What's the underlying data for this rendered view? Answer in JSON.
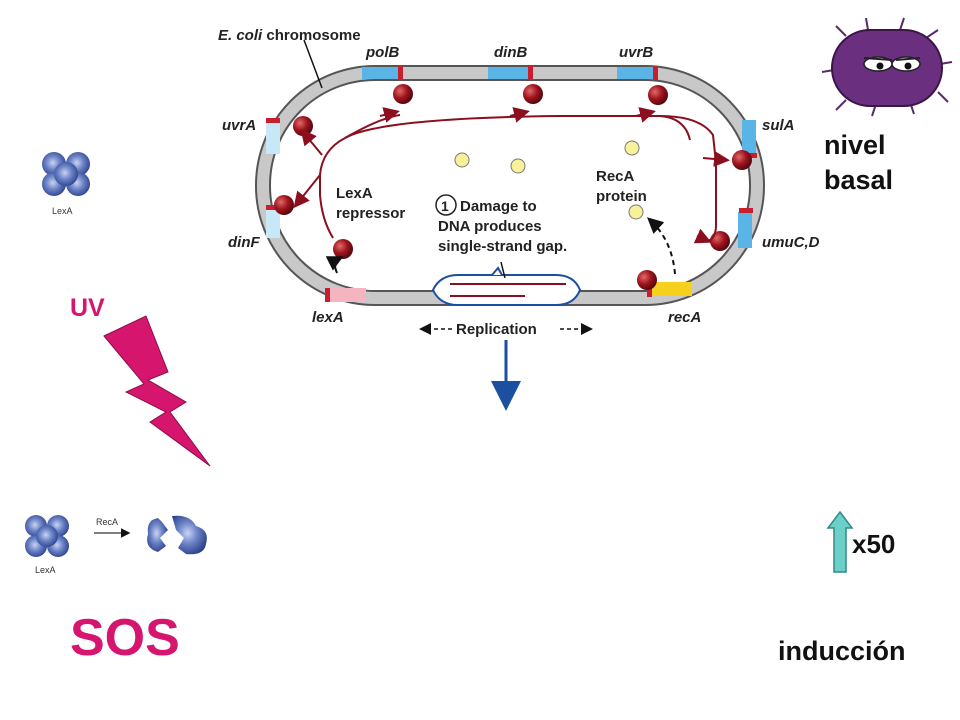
{
  "diagram": {
    "chromosome_label_italic": "E. coli",
    "chromosome_label_rest": " chromosome",
    "genes": {
      "polB": "polB",
      "dinB": "dinB",
      "uvrB": "uvrB",
      "uvrA": "uvrA",
      "sulA": "sulA",
      "dinF": "dinF",
      "umuCD": "umuC,D",
      "lexA": "lexA",
      "recA": "recA"
    },
    "lexa_repressor": [
      "LexA",
      "repressor"
    ],
    "reca_protein": [
      "RecA",
      "protein"
    ],
    "damage_number": "1",
    "damage_text": [
      "Damage to",
      "DNA produces",
      "single-strand gap."
    ],
    "replication": "Replication"
  },
  "left_panel": {
    "lexa_top_label": "LexA",
    "uv_label": "UV",
    "reca_arrow_label": "RecA",
    "lexa_bottom_label": "LexA",
    "sos_label": "SOS"
  },
  "right_panel": {
    "nivel": "nivel",
    "basal": "basal",
    "x50": "x50",
    "induccion": "inducción"
  },
  "colors": {
    "dark_red": "#8b0f1f",
    "magenta": "#d6156e",
    "blue": "#1b4fa0",
    "teal_arrow": "#6ccfc8",
    "gene_blue": "#5ab4e6",
    "gene_light_blue": "#c8e7f7",
    "gene_pink": "#f4b4c0",
    "gene_yellow": "#f5d01c",
    "chromosome_grey": "#c8c8c8",
    "protein_yellow": "#f7f29a"
  },
  "icons": [
    "lexa-protein-icon",
    "uv-lightning-icon",
    "reca-cleavage-arrow-icon",
    "cleaved-lexa-icon",
    "bacterium-icon",
    "up-arrow-icon"
  ]
}
